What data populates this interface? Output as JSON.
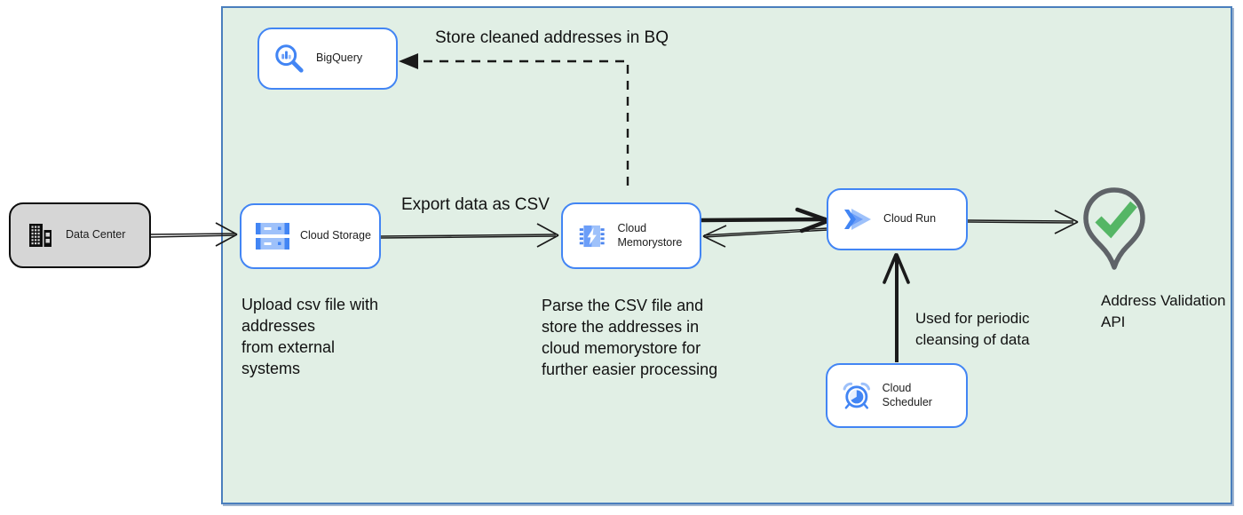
{
  "colors": {
    "canvas_bg": "#ffffff",
    "container_bg": "#e1efe5",
    "container_border": "#4a7ebd",
    "node_bg": "#ffffff",
    "node_border": "#4285f4",
    "datacenter_bg": "#d6d6d6",
    "datacenter_border": "#0d0d0d",
    "icon_blue": "#4285f4",
    "icon_blue_mid": "#6c9ef8",
    "icon_blue_light": "#9ec1fa",
    "arrow_black": "#1a1a1a",
    "check_green": "#55b665",
    "pin_gray": "#5f6368",
    "text_color": "#111111"
  },
  "nodes": {
    "data_center": {
      "label": "Data Center"
    },
    "bigquery": {
      "label": "BigQuery"
    },
    "cloud_storage": {
      "label": "Cloud Storage"
    },
    "cloud_memorystore": {
      "label": "Cloud Memorystore"
    },
    "cloud_run": {
      "label": "Cloud Run"
    },
    "cloud_scheduler": {
      "label": "Cloud Scheduler"
    },
    "address_validation_api": {
      "label": "Address Validation API"
    }
  },
  "annotations": {
    "store_bq": "Store cleaned addresses in BQ",
    "export_csv": "Export data as CSV",
    "upload_note": "Upload csv file with\naddresses\nfrom external\nsystems",
    "parse_note": "Parse the CSV file and\nstore the addresses in\ncloud  memorystore for\nfurther easier processing",
    "scheduler_note": "Used for periodic\ncleansing of data"
  }
}
